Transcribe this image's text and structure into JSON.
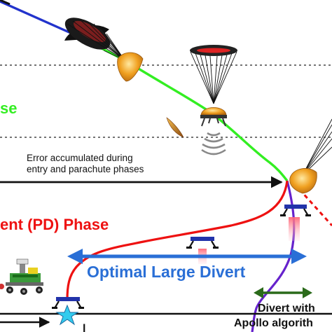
{
  "labels": {
    "phase_top": "se",
    "error_line1": "Error accumulated during",
    "error_line2": "entry and parachute phases",
    "pd_phase": "ent (PD) Phase",
    "optimal_divert": "Optimal Large Divert",
    "divert_with": "Divert with",
    "apollo": "Apollo algorith",
    "bottom_fragment": "l"
  },
  "colors": {
    "entry_blue": "#2233cc",
    "parachute_green": "#33ee22",
    "pd_red": "#ee1111",
    "apollo_purple": "#6622cc",
    "divert_blue": "#2a6fd6",
    "divert_dark_green": "#2a6a1a",
    "text_black": "#111111",
    "star_cyan": "#33ccee",
    "lander_blue": "#2233aa",
    "aeroshell_orange": "#f0a020"
  },
  "icons": [
    "parachute-canopy-large-icon",
    "aeroshell-icon",
    "parachute-canopy-open-icon",
    "lander-icon",
    "radar-waves-icon",
    "heat-shield-icon",
    "rover-icon",
    "target-star-icon"
  ]
}
